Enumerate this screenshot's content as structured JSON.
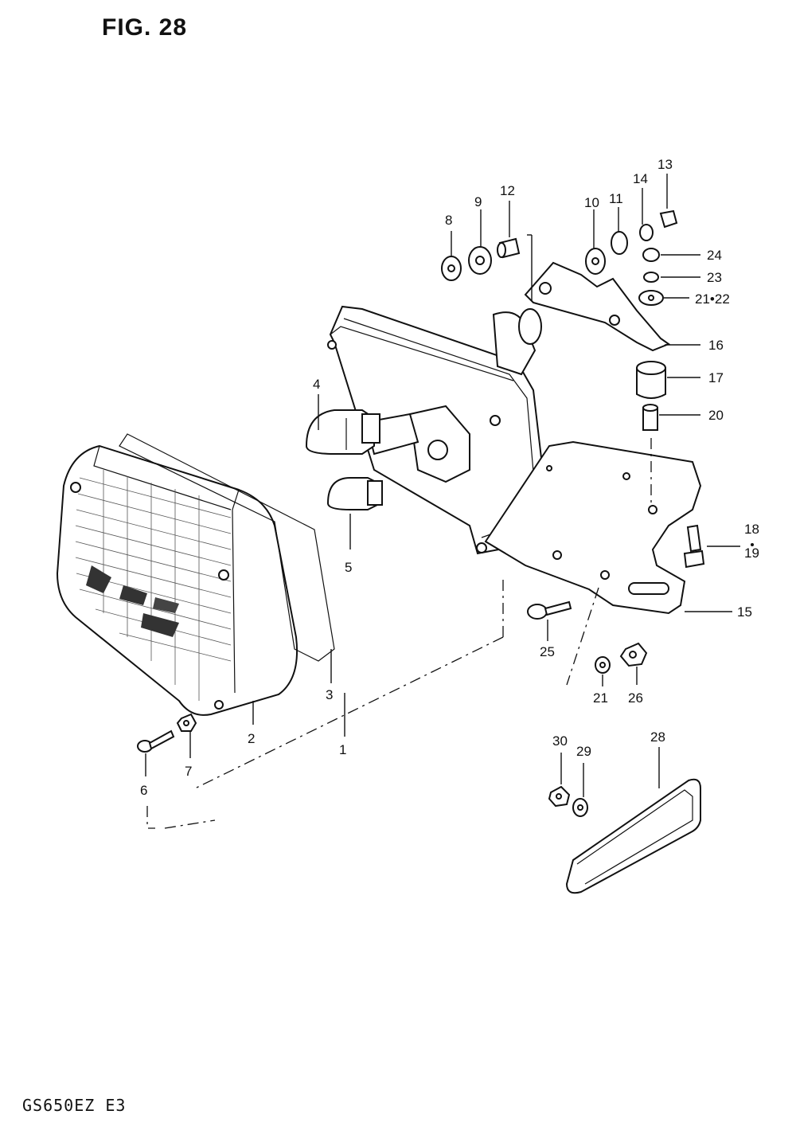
{
  "figure": {
    "title": "FIG. 28",
    "model_code": "GS650EZ E3"
  },
  "callouts": [
    {
      "id": "c1",
      "text": "1"
    },
    {
      "id": "c2",
      "text": "2"
    },
    {
      "id": "c3",
      "text": "3"
    },
    {
      "id": "c4",
      "text": "4"
    },
    {
      "id": "c5",
      "text": "5"
    },
    {
      "id": "c6",
      "text": "6"
    },
    {
      "id": "c7",
      "text": "7"
    },
    {
      "id": "c8",
      "text": "8"
    },
    {
      "id": "c9",
      "text": "9"
    },
    {
      "id": "c10",
      "text": "10"
    },
    {
      "id": "c11",
      "text": "11"
    },
    {
      "id": "c12",
      "text": "12"
    },
    {
      "id": "c13",
      "text": "13"
    },
    {
      "id": "c14",
      "text": "14"
    },
    {
      "id": "c15",
      "text": "15"
    },
    {
      "id": "c16",
      "text": "16"
    },
    {
      "id": "c17",
      "text": "17"
    },
    {
      "id": "c18",
      "text": "18"
    },
    {
      "id": "c19",
      "text": "19"
    },
    {
      "id": "c20",
      "text": "20"
    },
    {
      "id": "c21_22",
      "text": "21•22"
    },
    {
      "id": "c23",
      "text": "23"
    },
    {
      "id": "c24",
      "text": "24"
    },
    {
      "id": "c25",
      "text": "25"
    },
    {
      "id": "c26",
      "text": "26"
    },
    {
      "id": "c21b",
      "text": "21"
    },
    {
      "id": "c28",
      "text": "28"
    },
    {
      "id": "c29",
      "text": "29"
    },
    {
      "id": "c30",
      "text": "30"
    }
  ]
}
